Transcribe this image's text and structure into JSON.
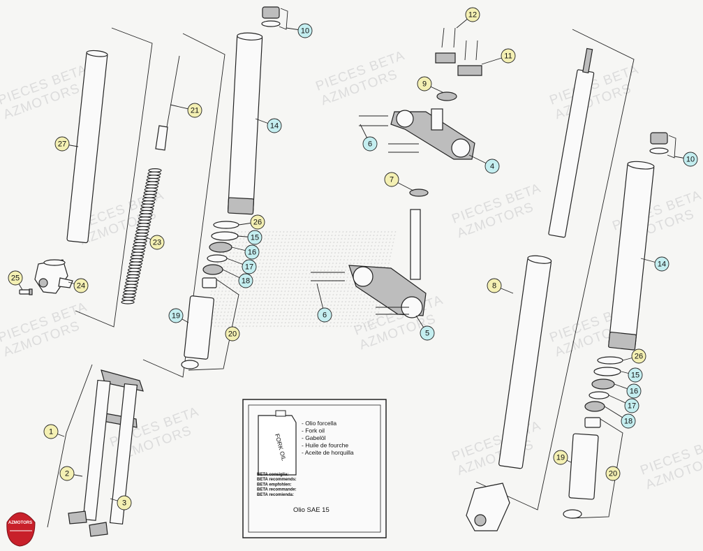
{
  "watermarks": {
    "line1": "PIECES BETA",
    "line2": "AZMOTORS"
  },
  "logo": {
    "text": "AZMOTORS",
    "color": "#c8202a"
  },
  "colors": {
    "callout_yellow": "#f4f0b3",
    "callout_cyan": "#c4eef0",
    "ink": "#222222"
  },
  "callouts": [
    {
      "id": "c-10a",
      "label": "10",
      "kind": "cyan"
    },
    {
      "id": "c-12",
      "label": "12",
      "kind": "yellow"
    },
    {
      "id": "c-11",
      "label": "11",
      "kind": "yellow"
    },
    {
      "id": "c-9",
      "label": "9",
      "kind": "yellow"
    },
    {
      "id": "c-14a",
      "label": "14",
      "kind": "cyan"
    },
    {
      "id": "c-21",
      "label": "21",
      "kind": "yellow"
    },
    {
      "id": "c-27",
      "label": "27",
      "kind": "yellow"
    },
    {
      "id": "c-6a",
      "label": "6",
      "kind": "cyan"
    },
    {
      "id": "c-4",
      "label": "4",
      "kind": "cyan"
    },
    {
      "id": "c-7",
      "label": "7",
      "kind": "yellow"
    },
    {
      "id": "c-23",
      "label": "23",
      "kind": "yellow"
    },
    {
      "id": "c-26a",
      "label": "26",
      "kind": "yellow"
    },
    {
      "id": "c-15a",
      "label": "15",
      "kind": "cyan"
    },
    {
      "id": "c-16a",
      "label": "16",
      "kind": "cyan"
    },
    {
      "id": "c-17a",
      "label": "17",
      "kind": "cyan"
    },
    {
      "id": "c-18a",
      "label": "18",
      "kind": "cyan"
    },
    {
      "id": "c-25",
      "label": "25",
      "kind": "yellow"
    },
    {
      "id": "c-24",
      "label": "24",
      "kind": "yellow"
    },
    {
      "id": "c-6b",
      "label": "6",
      "kind": "cyan"
    },
    {
      "id": "c-5",
      "label": "5",
      "kind": "cyan"
    },
    {
      "id": "c-19a",
      "label": "19",
      "kind": "cyan"
    },
    {
      "id": "c-20a",
      "label": "20",
      "kind": "yellow"
    },
    {
      "id": "c-8",
      "label": "8",
      "kind": "yellow"
    },
    {
      "id": "c-10b",
      "label": "10",
      "kind": "cyan"
    },
    {
      "id": "c-14b",
      "label": "14",
      "kind": "cyan"
    },
    {
      "id": "c-26b",
      "label": "26",
      "kind": "yellow"
    },
    {
      "id": "c-15b",
      "label": "15",
      "kind": "cyan"
    },
    {
      "id": "c-16b",
      "label": "16",
      "kind": "cyan"
    },
    {
      "id": "c-17b",
      "label": "17",
      "kind": "cyan"
    },
    {
      "id": "c-18b",
      "label": "18",
      "kind": "cyan"
    },
    {
      "id": "c-19b",
      "label": "19",
      "kind": "yellow"
    },
    {
      "id": "c-20b",
      "label": "20",
      "kind": "yellow"
    },
    {
      "id": "c-1",
      "label": "1",
      "kind": "yellow"
    },
    {
      "id": "c-2",
      "label": "2",
      "kind": "yellow"
    },
    {
      "id": "c-3",
      "label": "3",
      "kind": "yellow"
    }
  ],
  "oil_box": {
    "can_label": "FORK OIL",
    "languages": [
      "- Olio forcella",
      "- Fork oil",
      "- Gabelöl",
      "- Huile de fourche",
      "- Aceite de horquilla"
    ],
    "recommend": [
      "BETA consiglia:",
      "BETA recommends:",
      "BETA empfohlen:",
      "BETA recommande:",
      "BETA recomienda:"
    ],
    "grade": "Olio SAE 15"
  }
}
